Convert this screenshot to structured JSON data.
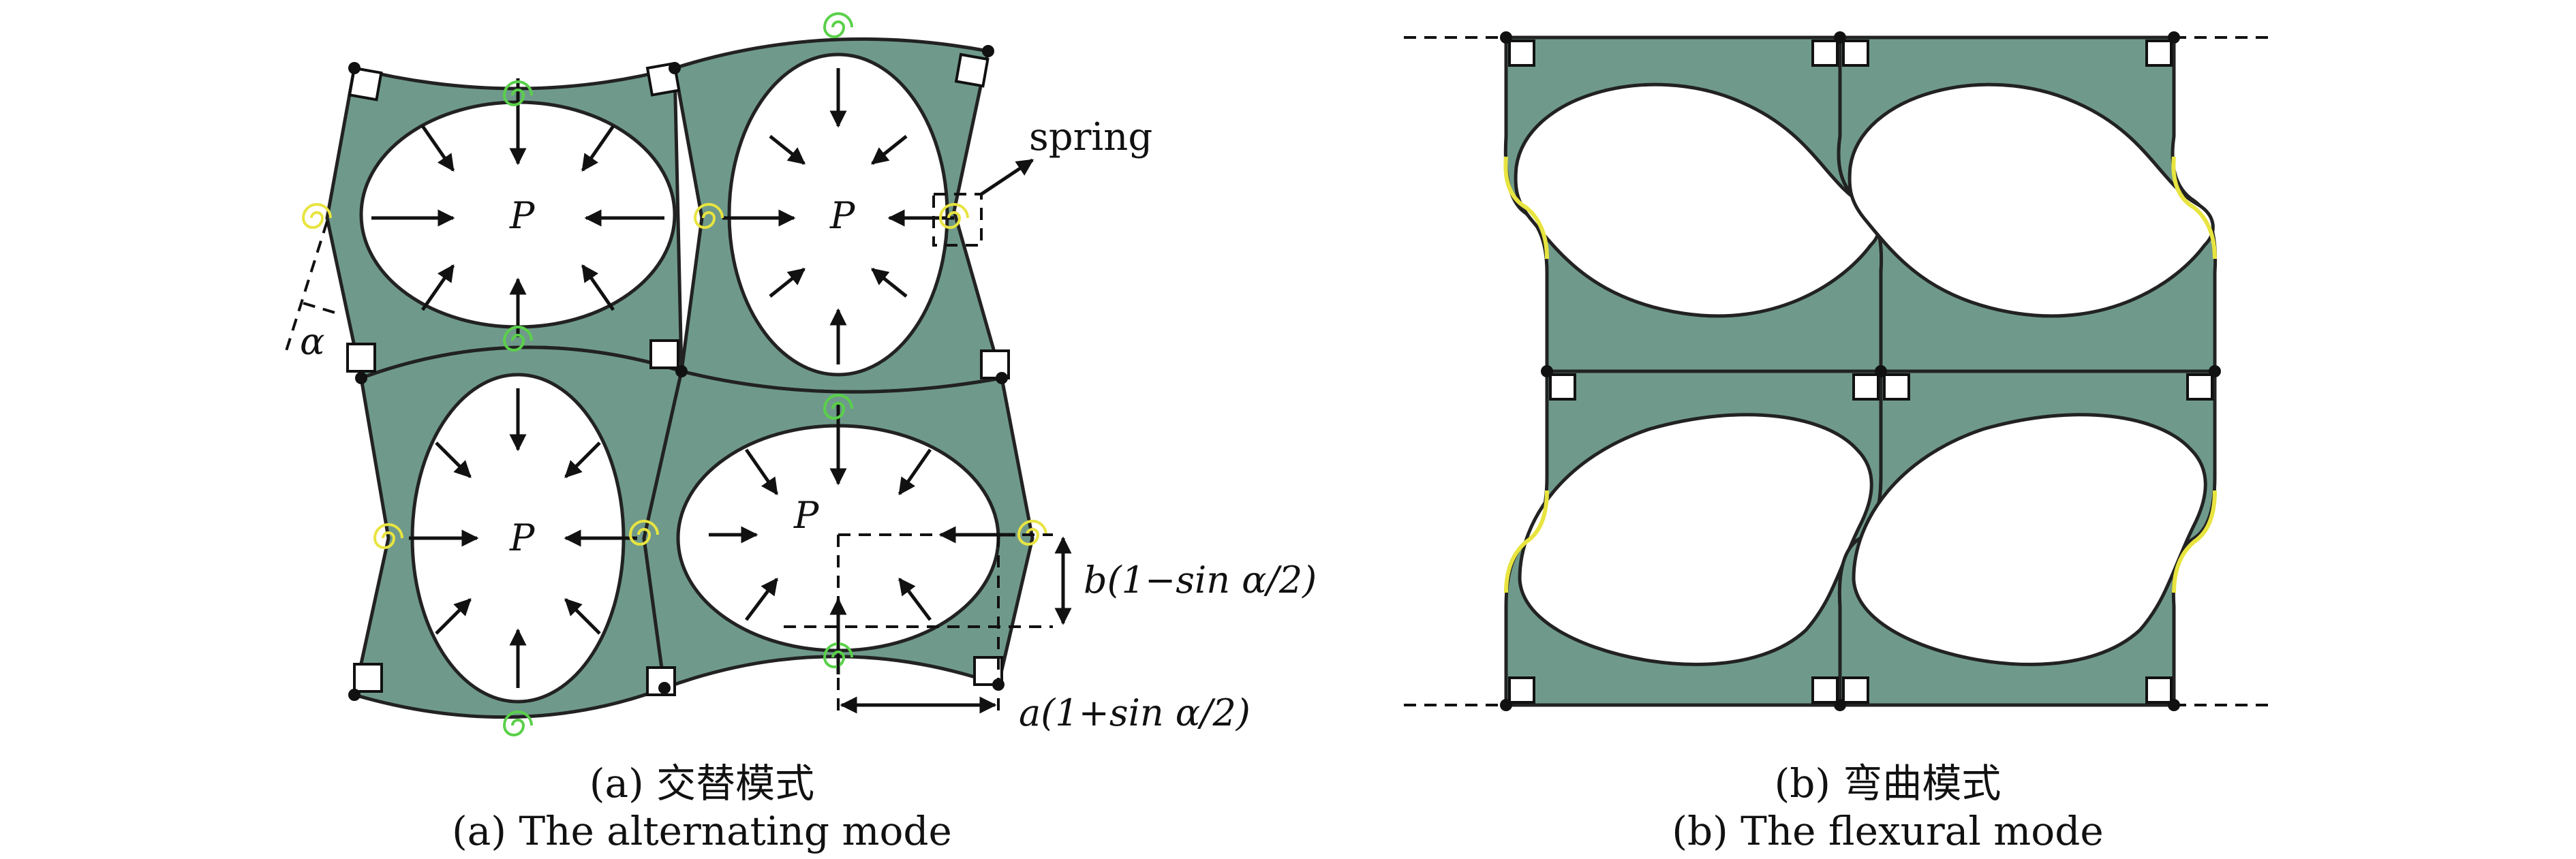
{
  "panel_a": {
    "pressure_label": "P",
    "angle_label": "α",
    "spring_label": "spring",
    "dim_b": "b(1−sin α/2)",
    "dim_a": "a(1+sin α/2)",
    "caption_cn": "(a) 交替模式",
    "caption_en": "(a) The alternating mode"
  },
  "panel_b": {
    "caption_cn": "(b) 弯曲模式",
    "caption_en": "(b) The flexural mode"
  },
  "colors": {
    "cell_fill": "#6f9a8b",
    "spring_green": "#5ad04a",
    "spring_yellow": "#e8e440"
  }
}
